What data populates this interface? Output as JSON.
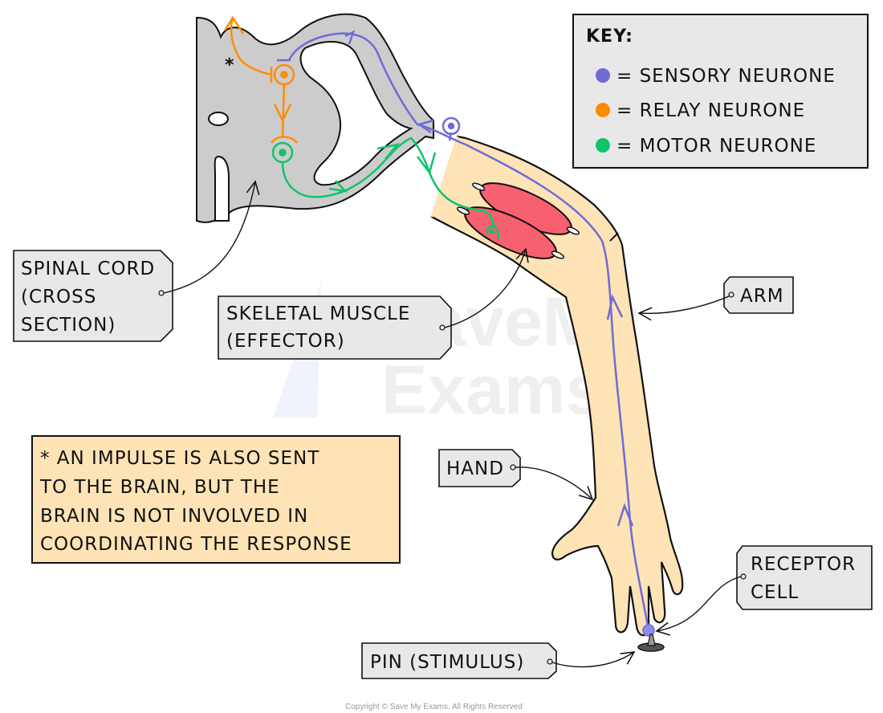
{
  "key": {
    "title": "KEY:",
    "items": [
      {
        "label": "= SENSORY  NEURONE",
        "color": "#6f6bd6"
      },
      {
        "label": "= RELAY  NEURONE",
        "color": "#ff8c00"
      },
      {
        "label": "= MOTOR  NEURONE",
        "color": "#11c46a"
      }
    ]
  },
  "labels": {
    "spinal_cord": [
      "SPINAL  CORD",
      "(CROSS",
      "SECTION)"
    ],
    "skeletal_muscle": [
      "SKELETAL  MUSCLE",
      "(EFFECTOR)"
    ],
    "arm": "ARM",
    "hand": "HAND",
    "receptor_cell": [
      "RECEPTOR",
      "CELL"
    ],
    "pin": "PIN  (STIMULUS)"
  },
  "note": {
    "lines": [
      "* AN  IMPULSE  IS  ALSO  SENT",
      "TO  THE  BRAIN,  BUT  THE",
      "BRAIN  IS  NOT  INVOLVED  IN",
      "COORDINATING  THE  RESPONSE"
    ]
  },
  "asterisk": "*",
  "watermark": [
    "SaveMy",
    "Exams"
  ],
  "copyright": "Copyright © Save My Exams. All Rights Reserved",
  "colors": {
    "sensory": "#6f6bd6",
    "relay": "#ff8c00",
    "motor": "#11c46a",
    "skin": "#fde3b5",
    "muscle": "#f7606f",
    "spinal": "#cccccc",
    "tag_fill": "#e8e8e8",
    "note_fill": "#fde3b5"
  }
}
